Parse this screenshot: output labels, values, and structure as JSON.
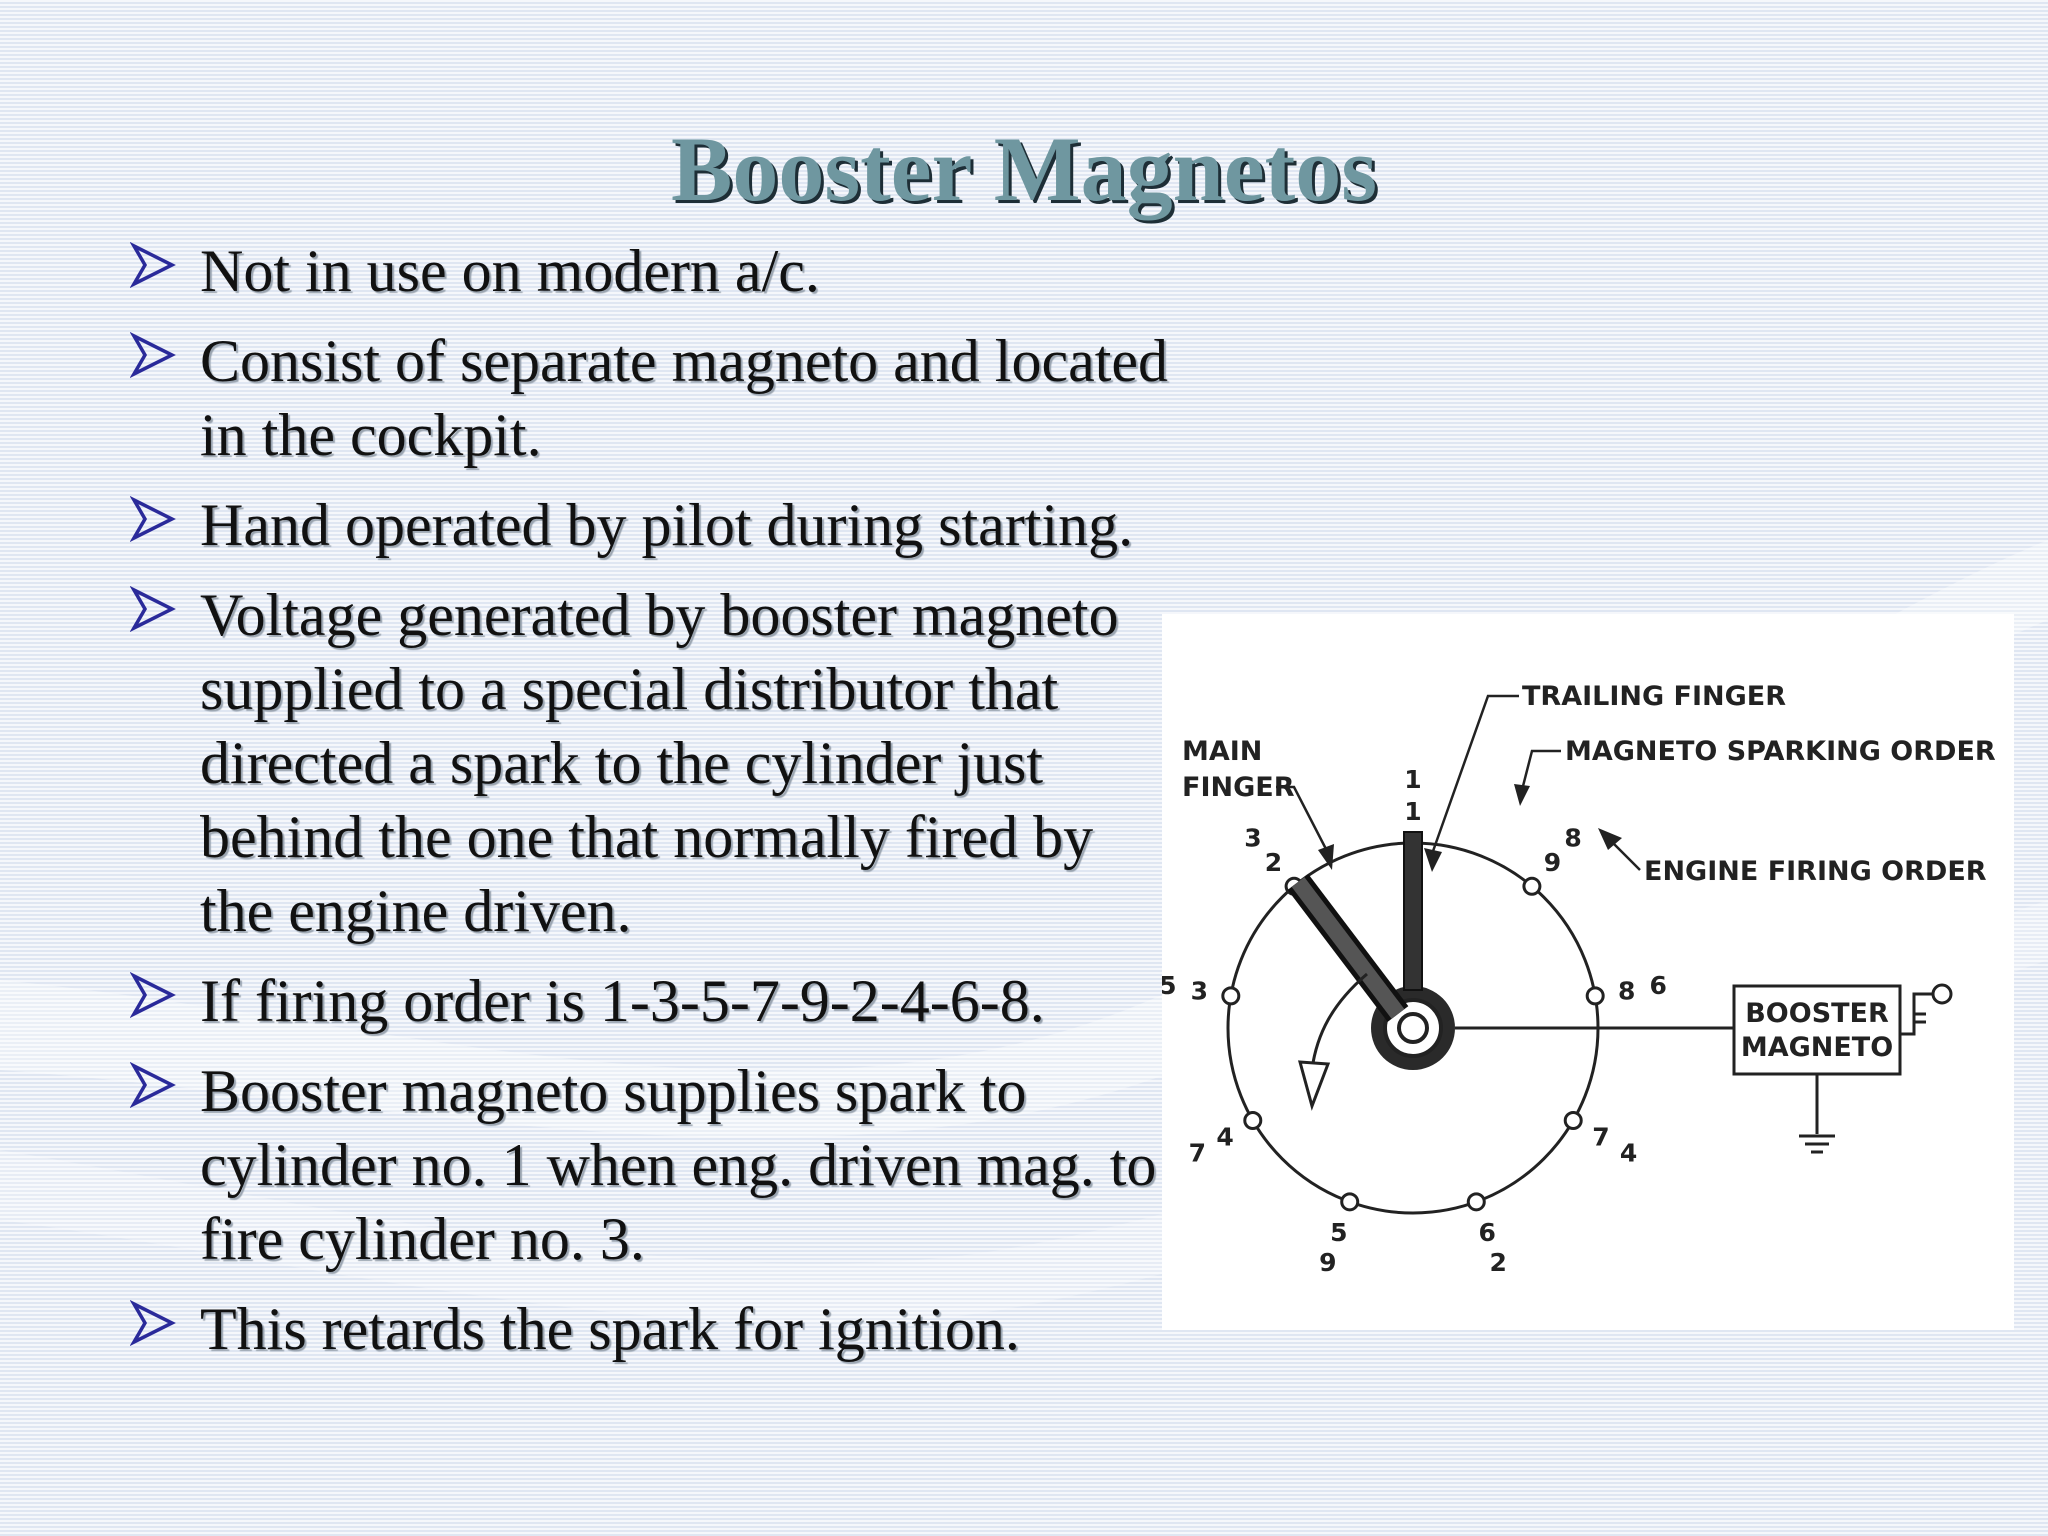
{
  "slide": {
    "title": "Booster Magnetos",
    "bullets": [
      {
        "icon": "arrow-bullet-icon",
        "text": "Not in use on modern a/c."
      },
      {
        "icon": "arrow-bullet-icon",
        "text": "Consist of separate magneto and located in the cockpit."
      },
      {
        "icon": "arrow-bullet-icon",
        "text": "Hand operated by pilot during starting."
      },
      {
        "icon": "arrow-bullet-icon",
        "text": "Voltage generated by booster magneto supplied to a special distributor that directed a spark to the cylinder just behind the one that normally fired by the engine driven."
      },
      {
        "icon": "arrow-bullet-icon",
        "text": "If firing order is 1-3-5-7-9-2-4-6-8."
      },
      {
        "icon": "arrow-bullet-icon",
        "text": "Booster magneto supplies spark to cylinder no. 1 when eng. driven mag. to fire cylinder no. 3."
      },
      {
        "icon": "arrow-bullet-icon",
        "text": "This retards the spark for ignition."
      }
    ]
  },
  "diagram": {
    "labels": {
      "trailing_finger": "TRAILING FINGER",
      "magneto_sparking_order": "MAGNETO SPARKING ORDER",
      "main_finger_line1": "MAIN",
      "main_finger_line2": "FINGER",
      "engine_firing_order": "ENGINE FIRING ORDER",
      "booster_line1": "BOOSTER",
      "booster_line2": "MAGNETO"
    },
    "contacts": [
      {
        "sparking": "1",
        "firing": "1"
      },
      {
        "sparking": "9",
        "firing": "8"
      },
      {
        "sparking": "8",
        "firing": "6"
      },
      {
        "sparking": "7",
        "firing": "4"
      },
      {
        "sparking": "6",
        "firing": "2"
      },
      {
        "sparking": "5",
        "firing": "9"
      },
      {
        "sparking": "4",
        "firing": "7"
      },
      {
        "sparking": "3",
        "firing": "5"
      },
      {
        "sparking": "2",
        "firing": "3"
      }
    ]
  },
  "colors": {
    "title_fill": "#6f97a0",
    "title_shadow": "#1e2e36",
    "bullet_arrow": "#2a2a9a",
    "body_text": "#111111"
  }
}
